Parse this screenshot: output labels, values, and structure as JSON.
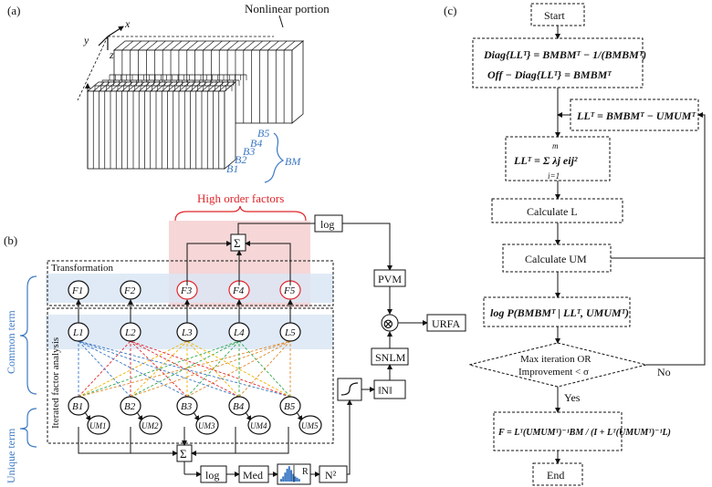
{
  "panel_a": {
    "label": "(a)",
    "nonlinear_label": "Nonlinear portion",
    "axis_x": "x",
    "axis_y": "y",
    "axis_z": "z",
    "b_labels": [
      "B1",
      "B2",
      "B3",
      "B4",
      "B5"
    ],
    "bm_label": "BM"
  },
  "panel_b": {
    "label": "(b)",
    "high_order_label": "High order factors",
    "transformation_label": "Transformation",
    "iterated_label": "Iterated factor analysis",
    "common_term_label": "Common term",
    "unique_term_label": "Unique term",
    "f_nodes": [
      "F1",
      "F2",
      "F3",
      "F4",
      "F5"
    ],
    "l_nodes": [
      "L1",
      "L2",
      "L3",
      "L4",
      "L5"
    ],
    "b_nodes": [
      "B1",
      "B2",
      "B3",
      "B4",
      "B5"
    ],
    "u_nodes": [
      "UM1",
      "UM2",
      "UM3",
      "UM4",
      "UM5"
    ],
    "sum_symbol": "Σ",
    "log_label": "log",
    "pvm_label": "PVM",
    "otimes_symbol": "⊗",
    "urfa_label": "URFA",
    "snlm_label": "SNLM",
    "norm_label": "‖N‖",
    "bottom_log_label": "log",
    "med_label": "Med",
    "r_label": "R",
    "n2_label": "N²"
  },
  "panel_c": {
    "label": "(c)",
    "start": "Start",
    "diag_eq": "Diag{LLᵀ} = BMBMᵀ − 1/(BMBMᵀ)",
    "offdiag_eq": "Off − Diag{LLᵀ} = BMBMᵀ",
    "llt_update": "LLᵀ = BMBMᵀ − UMUMᵀ",
    "llt_sum": "LLᵀ = Σ λj eij²",
    "sum_upper": "m",
    "sum_lower": "i=1",
    "calc_l": "Calculate L",
    "calc_um": "Calculate UM",
    "log_p": "log P(BMBMᵀ | LLᵀ, UMUMᵀ)",
    "decision_line1": "Max iteration OR",
    "decision_line2": "Improvement < σ",
    "yes": "Yes",
    "no": "No",
    "f_eq": "F = Lᵀ(UMUMᵀ)⁻¹BM / (I + Lᵀ(UMUMᵀ)⁻¹L)",
    "end": "End"
  },
  "colors": {
    "blue": "#3b78c3",
    "red": "#e0262b",
    "pink": "#f4cfd0",
    "lightblue": "#dbe6f5"
  }
}
